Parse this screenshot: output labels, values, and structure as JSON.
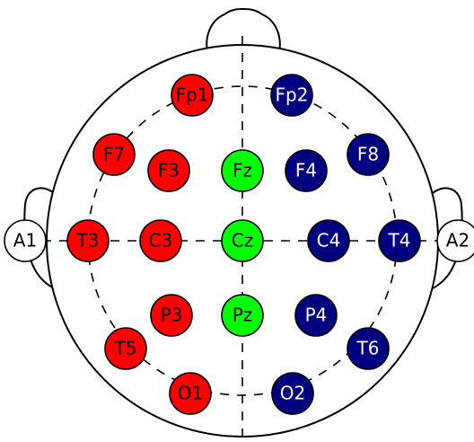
{
  "colors": {
    "left": "#ff0000",
    "midline": "#00ff00",
    "right": "#000080",
    "reference": "#ffffff",
    "outline": "#000000",
    "background": "#ffffff"
  },
  "electrodes": [
    {
      "id": "fp1",
      "label": "Fp1",
      "group": "left"
    },
    {
      "id": "fp2",
      "label": "Fp2",
      "group": "right"
    },
    {
      "id": "f7",
      "label": "F7",
      "group": "left"
    },
    {
      "id": "f3",
      "label": "F3",
      "group": "left"
    },
    {
      "id": "fz",
      "label": "Fz",
      "group": "midline"
    },
    {
      "id": "f4",
      "label": "F4",
      "group": "right"
    },
    {
      "id": "f8",
      "label": "F8",
      "group": "right"
    },
    {
      "id": "a1",
      "label": "A1",
      "group": "reference"
    },
    {
      "id": "t3",
      "label": "T3",
      "group": "left"
    },
    {
      "id": "c3",
      "label": "C3",
      "group": "left"
    },
    {
      "id": "cz",
      "label": "Cz",
      "group": "midline"
    },
    {
      "id": "c4",
      "label": "C4",
      "group": "right"
    },
    {
      "id": "t4",
      "label": "T4",
      "group": "right"
    },
    {
      "id": "a2",
      "label": "A2",
      "group": "reference"
    },
    {
      "id": "p3",
      "label": "P3",
      "group": "left"
    },
    {
      "id": "pz",
      "label": "Pz",
      "group": "midline"
    },
    {
      "id": "p4",
      "label": "P4",
      "group": "right"
    },
    {
      "id": "t5",
      "label": "T5",
      "group": "left"
    },
    {
      "id": "t6",
      "label": "T6",
      "group": "right"
    },
    {
      "id": "o1",
      "label": "O1",
      "group": "left"
    },
    {
      "id": "o2",
      "label": "O2",
      "group": "right"
    }
  ]
}
